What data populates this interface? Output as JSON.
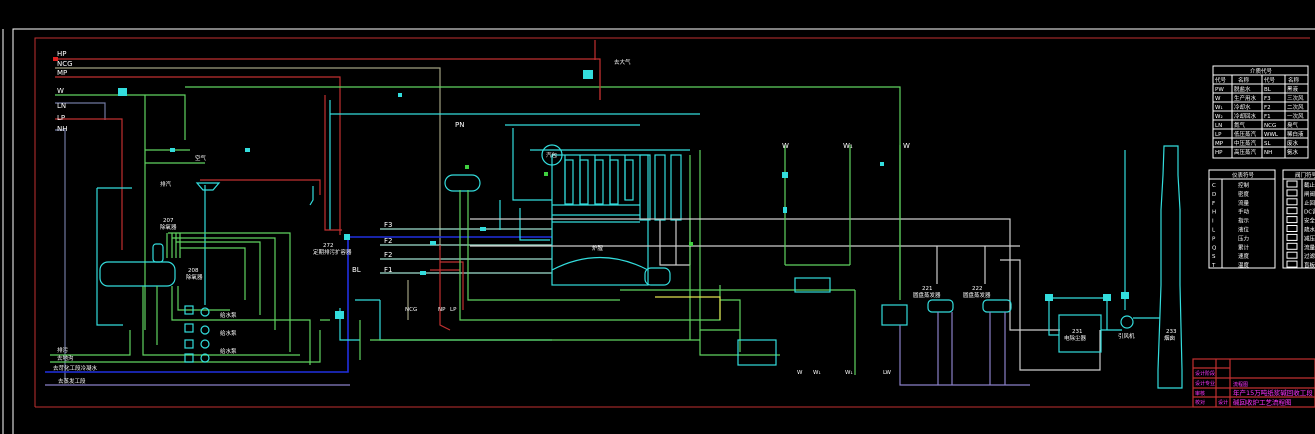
{
  "drawing": {
    "background": "#000000",
    "colors": {
      "steam_hp": "#c03030",
      "water": "#5fd35f",
      "equipment": "#33dddd",
      "black_liquor": "#2030e0",
      "flue_gas": "#cccccc",
      "frame": "#c03030",
      "title_text": "#ff33ff"
    },
    "line_labels_left": [
      "HP",
      "NCG",
      "MP",
      "W",
      "LN",
      "LP",
      "NH"
    ],
    "bottom_left_labels": [
      "排污",
      "去地沟",
      "去苛化工段冷凝水",
      "去蒸发工段"
    ],
    "air_labels": [
      "F3",
      "F2",
      "F2",
      "F1"
    ],
    "misc_labels": {
      "bl": "BL",
      "pn": "PN",
      "ncg": "NCG",
      "np": "NP",
      "lp": "LP",
      "w1": "W",
      "w2": "W₁",
      "w3": "W",
      "w4": "W",
      "w5": "W₁",
      "w6": "W₁",
      "lw": "LW",
      "to_atm": "去大气",
      "drain": "排污",
      "air": "空气",
      "exhaust": "排汽"
    },
    "equipment": {
      "e207": {
        "no": "207",
        "name": "除氧器"
      },
      "e208": {
        "no": "208",
        "name": "除氧器"
      },
      "e272": {
        "no": "272",
        "name": "定期排污扩容器"
      },
      "drum": {
        "name": "汽包"
      },
      "furnace": {
        "name": "炉膛"
      },
      "e231": {
        "no": "231",
        "name": "电除尘器"
      },
      "e221": {
        "no": "221",
        "name": "圆盘蒸发器"
      },
      "e222": {
        "no": "222",
        "name": "圆盘蒸发器"
      },
      "e232": {
        "name": "引风机"
      },
      "e233": {
        "no": "233",
        "name": "烟囱"
      },
      "pumps": [
        "给水泵",
        "给水泵",
        "给水泵"
      ]
    },
    "legend_media": {
      "title": "介质代号",
      "headers": [
        "代号",
        "名称",
        "代号",
        "名称"
      ],
      "rows": [
        [
          "PW",
          "脱盐水",
          "BL",
          "黑液"
        ],
        [
          "W",
          "生产用水",
          "F3",
          "三次风"
        ],
        [
          "W₁",
          "冷却水",
          "F2",
          "二次风"
        ],
        [
          "W₂",
          "冷却回水",
          "F1",
          "一次风"
        ],
        [
          "LN",
          "氮气",
          "NCG",
          "臭气"
        ],
        [
          "LP",
          "低压蒸汽",
          "WWL",
          "稀白液"
        ],
        [
          "MP",
          "中压蒸汽",
          "SL",
          "废水"
        ],
        [
          "HP",
          "高压蒸汽",
          "NH",
          "氨水"
        ]
      ]
    },
    "legend_instruments": {
      "title": "仪表符号",
      "rows": [
        [
          "C",
          "控制"
        ],
        [
          "D",
          "密度"
        ],
        [
          "F",
          "流量"
        ],
        [
          "H",
          "手动"
        ],
        [
          "I",
          "指示"
        ],
        [
          "L",
          "液位"
        ],
        [
          "P",
          "压力"
        ],
        [
          "Q",
          "累计"
        ],
        [
          "S",
          "速度"
        ],
        [
          "T",
          "温度"
        ]
      ]
    },
    "legend_symbols": {
      "title": "阀门符号",
      "rows": [
        "截止阀",
        "闸阀",
        "止回阀",
        "DC调节阀",
        "安全阀",
        "疏水器",
        "减压阀",
        "流量计",
        "过滤器",
        "盲板"
      ]
    },
    "title_block": {
      "rows_left": [
        "设计阶段",
        "设计专业",
        "审核",
        "校对",
        "设计"
      ],
      "project": "年产15万吨纸浆碱回收工段",
      "drawing_title": "碱回收炉工艺流程图",
      "sheet": "流程图"
    }
  }
}
